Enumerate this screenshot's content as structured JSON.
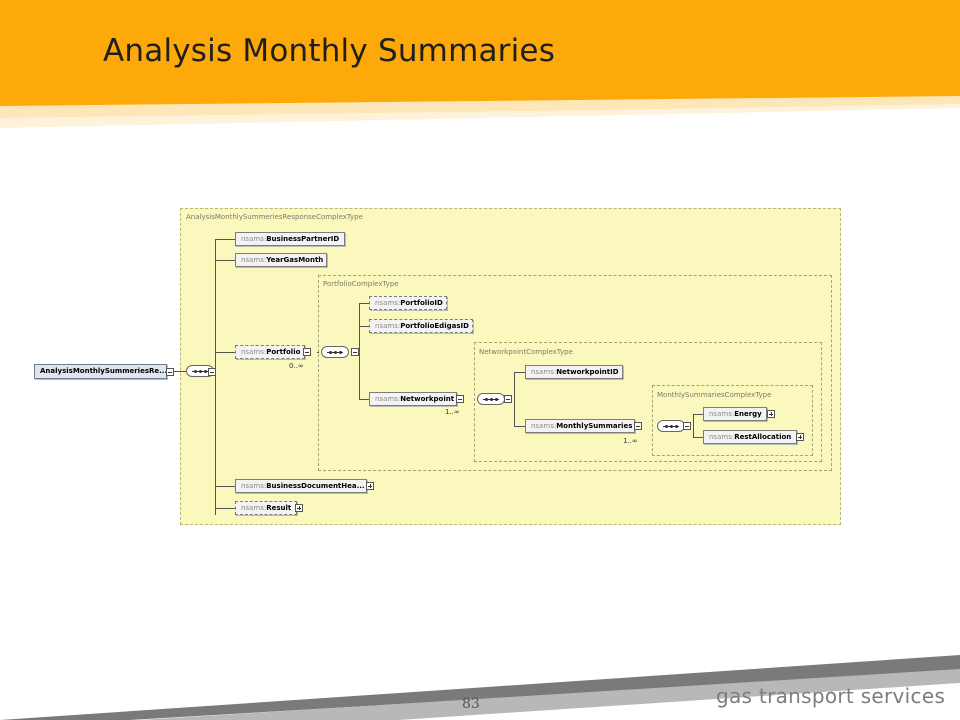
{
  "slide": {
    "title": "Analysis Monthly Summaries",
    "page_number": "83",
    "brand": "gas transport services"
  },
  "diagram": {
    "root_type": "AnalysisMonthlySummeriesResponseComplexType",
    "root_element": "AnalysisMonthlySummeriesRe...",
    "prefix": "nsams:",
    "portfolio_type": "PortfolioComplexType",
    "networkpoint_type": "NetworkpointComplexType",
    "monthly_type": "MonthlySummariesComplexType",
    "elements": {
      "business_partner_id": "BusinessPartnerID",
      "year_gas_month": "YearGasMonth",
      "portfolio": "Portfolio",
      "portfolio_id": "PortfolioID",
      "portfolio_edigas_id": "PortfolioEdigasID",
      "networkpoint": "Networkpoint",
      "networkpoint_id": "NetworkpointID",
      "monthly_summaries": "MonthlySummaries",
      "energy": "Energy",
      "rest_allocation": "RestAllocation",
      "business_document_header": "BusinessDocumentHea...",
      "result": "Result"
    },
    "cardinalities": {
      "portfolio": "0..∞",
      "networkpoint": "1..∞",
      "monthly_summaries": "1..∞"
    }
  },
  "colors": {
    "header": "#fda90a",
    "diagram_bg": "#fbf8bd",
    "brand_text": "#7d7d7d"
  }
}
